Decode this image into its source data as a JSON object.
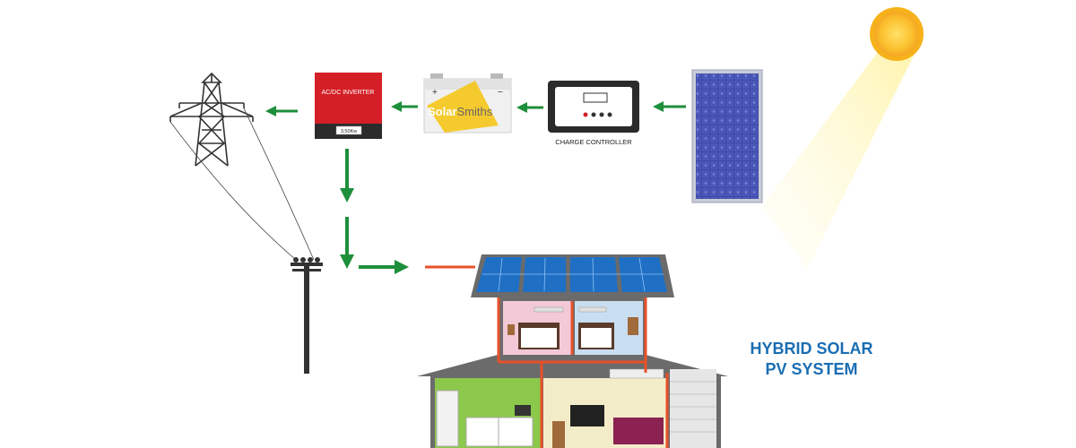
{
  "title": {
    "line1": "HYBRID SOLAR",
    "line2": "PV SYSTEM"
  },
  "components": {
    "inverter": {
      "label": "AC/DC INVERTER",
      "rating": "3,50Kw"
    },
    "battery": {
      "plus": "+",
      "minus": "−",
      "brand_part1": "Solar",
      "brand_part2": "Smiths"
    },
    "charge_controller": {
      "label": "CHARGE CONTROLLER"
    }
  },
  "colors": {
    "arrow": "#1e8f3a",
    "title": "#1a6db3",
    "wire": "#e8512a",
    "inverter": "#d41f26",
    "panel": "#3e4aa8"
  },
  "icons": [
    "sun-icon",
    "solar-panel-icon",
    "charge-controller-icon",
    "battery-icon",
    "inverter-icon",
    "transmission-tower-icon",
    "utility-pole-icon",
    "house-icon"
  ]
}
